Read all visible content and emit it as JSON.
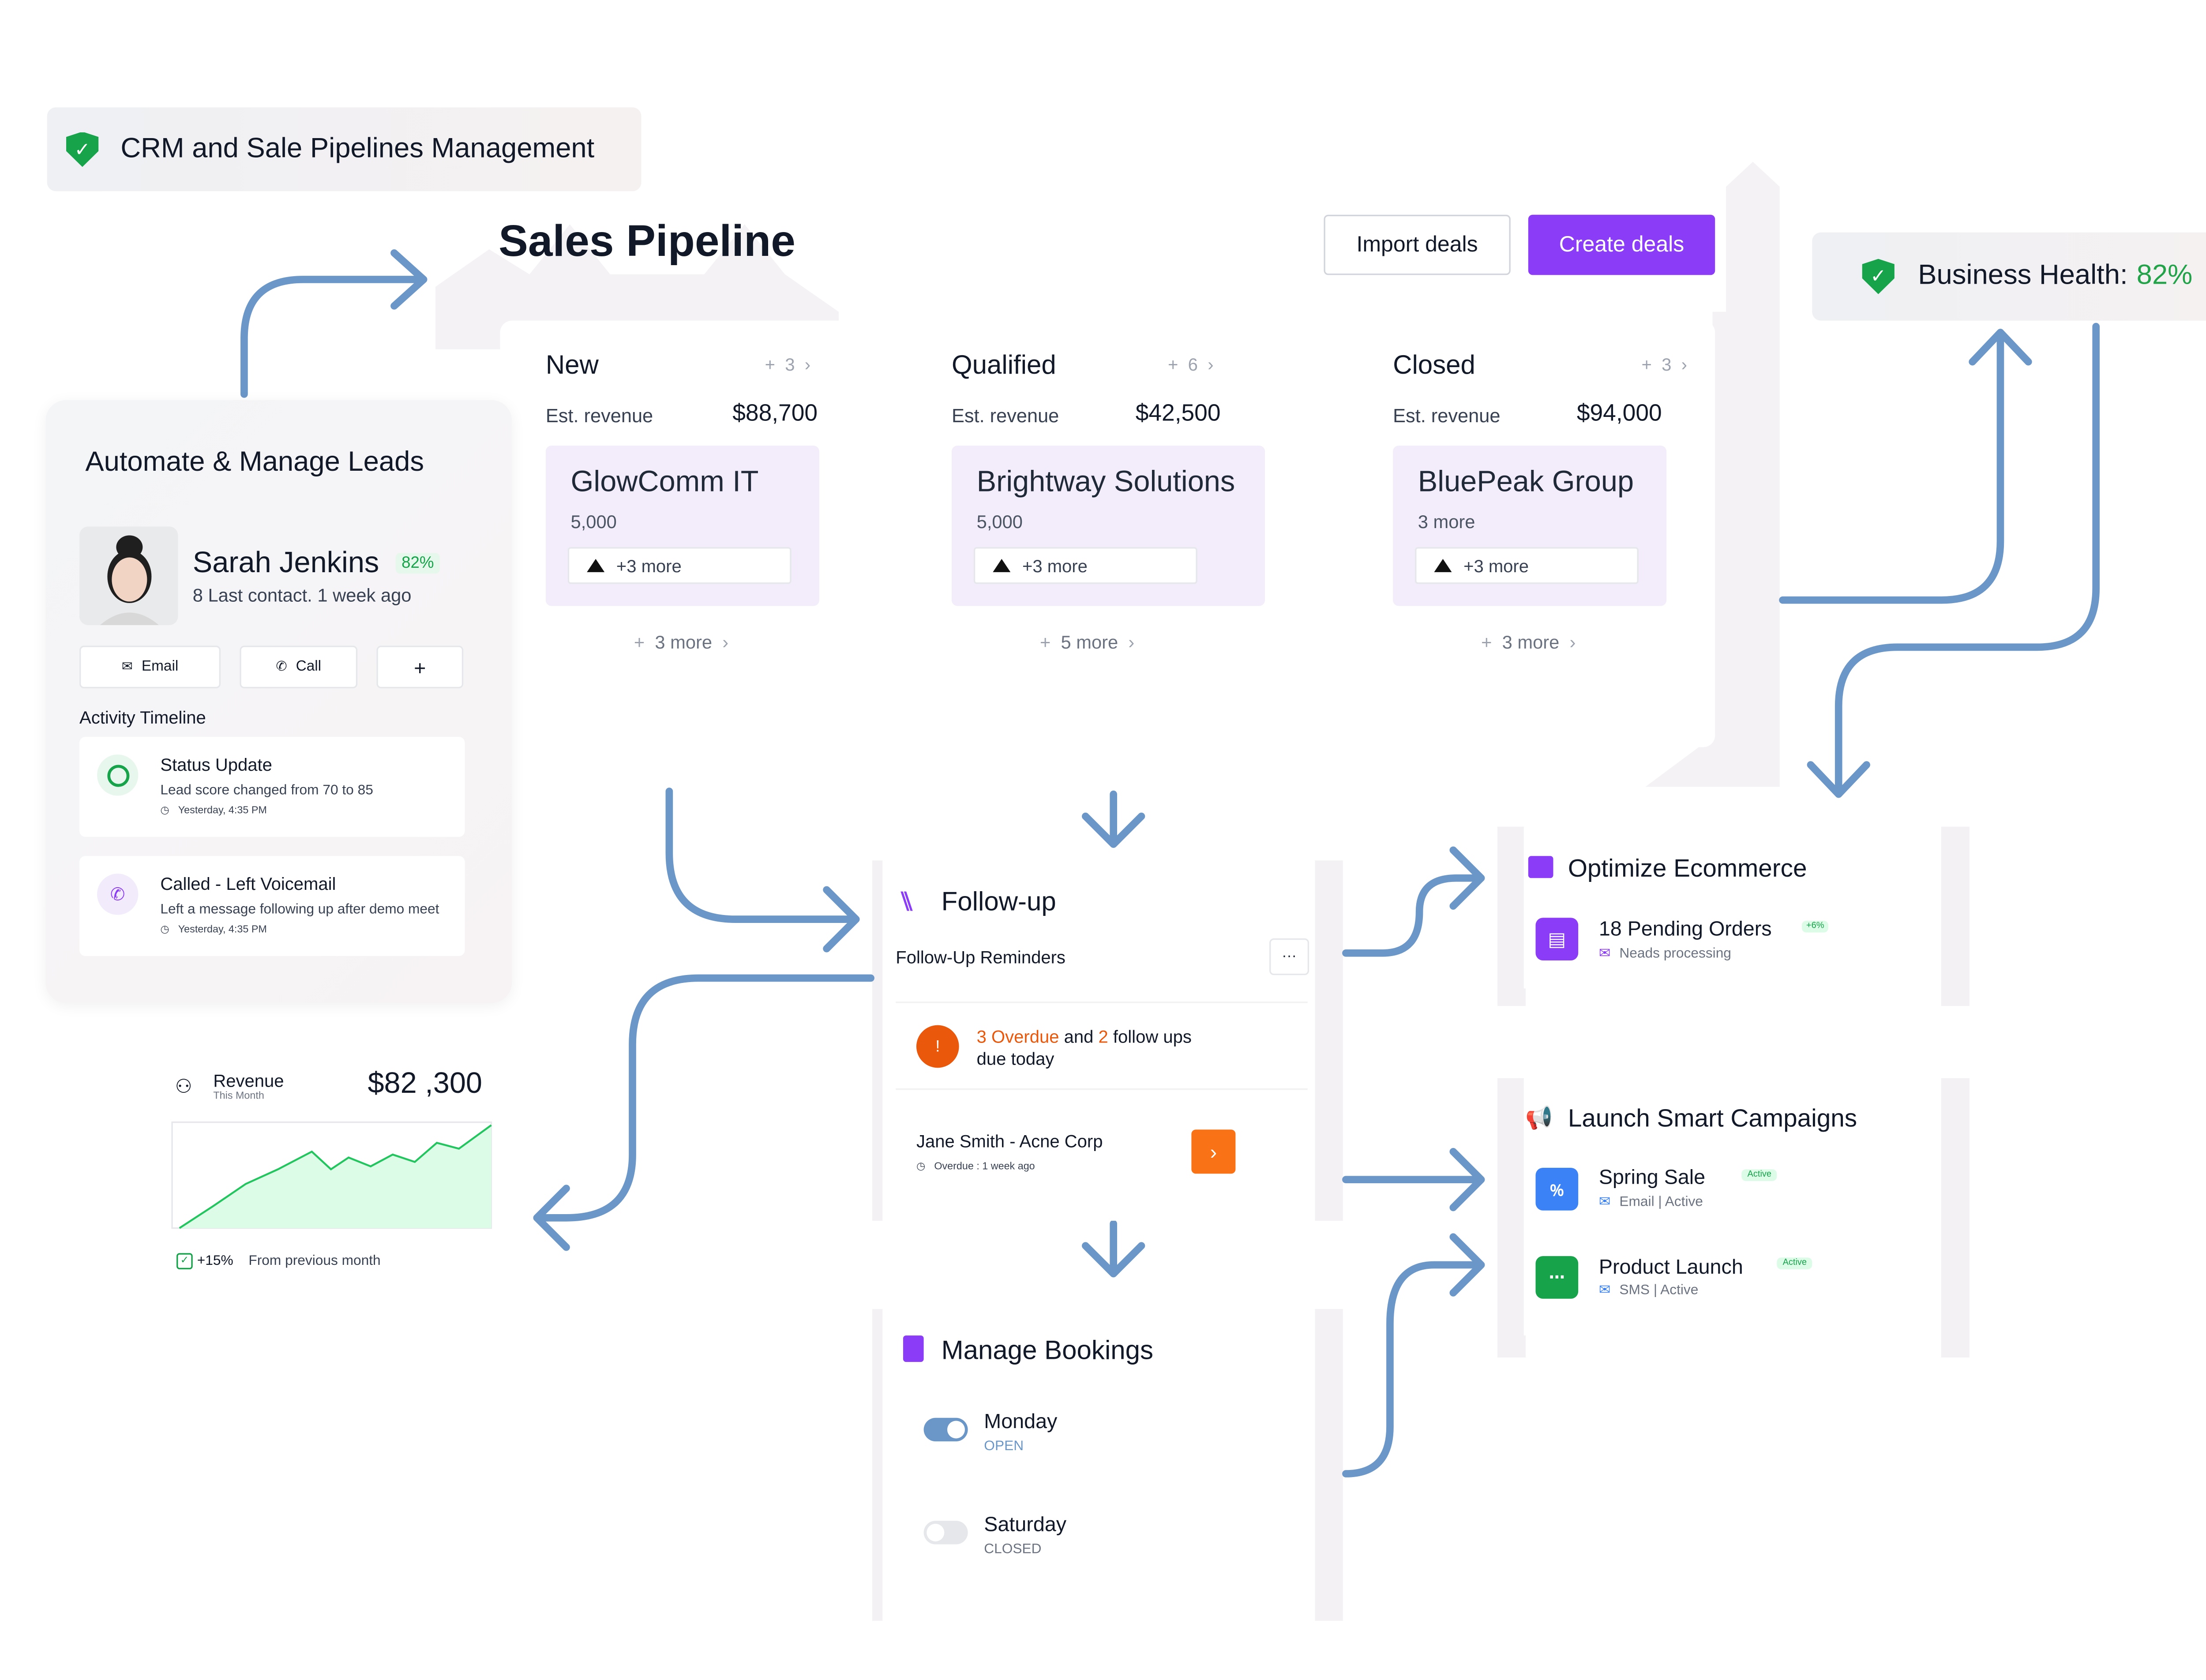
{
  "header_tag": {
    "label": "CRM and Sale Pipelines Management"
  },
  "business_health": {
    "label": "Business Health:",
    "value": "82%"
  },
  "pipeline": {
    "title": "Sales Pipeline",
    "import_label": "Import deals",
    "create_label": "Create deals",
    "lanes": [
      {
        "name": "New",
        "count": "3",
        "est_label": "Est. revenue",
        "amount": "$88,700",
        "deal": {
          "name": "GlowComm IT",
          "value": "5,000",
          "more": "+3 more"
        },
        "footer": "3 more"
      },
      {
        "name": "Qualified",
        "count": "6",
        "est_label": "Est. revenue",
        "amount": "$42,500",
        "deal": {
          "name": "Brightway Solutions",
          "value": "5,000",
          "more": "+3 more"
        },
        "footer": "5 more"
      },
      {
        "name": "Closed",
        "count": "3",
        "est_label": "Est. revenue",
        "amount": "$94,000",
        "deal": {
          "name": "BluePeak Group",
          "value": "3 more",
          "more": "+3 more"
        },
        "footer": "3 more"
      }
    ]
  },
  "leads": {
    "title": "Automate & Manage Leads",
    "contact": {
      "name": "Sarah Jenkins",
      "score": "82%",
      "meta": "8 Last contact. 1 week ago"
    },
    "email_label": "Email",
    "call_label": "Call",
    "add_label": "+",
    "timeline_title": "Activity Timeline",
    "timeline": [
      {
        "title": "Status Update",
        "desc": "Lead score changed from 70 to 85",
        "time": "Yesterday, 4:35 PM"
      },
      {
        "title": "Called - Left Voicemail",
        "desc": "Left a message following up after demo meet",
        "time": "Yesterday, 4:35 PM"
      }
    ]
  },
  "revenue": {
    "label": "Revenue",
    "sub": "This Month",
    "value": "$82 ,300",
    "change": "+15%",
    "change_label": "From previous month",
    "colors": {
      "line": "#22c55e",
      "fill": "#dcfce7"
    }
  },
  "followup": {
    "title": "Follow-up",
    "reminders_title": "Follow-Up Reminders",
    "menu_label": "···",
    "alert_icon": "!",
    "alert": {
      "overdue": "3 Overdue",
      "and": " and ",
      "count": "2",
      "rest": " follow ups",
      "line2": "due today"
    },
    "item": {
      "name": "Jane Smith - Acne Corp",
      "meta": "Overdue : 1 week ago",
      "arrow": "›"
    }
  },
  "bookings": {
    "title": "Manage Bookings",
    "days": [
      {
        "day": "Monday",
        "status": "OPEN",
        "on": true
      },
      {
        "day": "Saturday",
        "status": "CLOSED",
        "on": false
      }
    ]
  },
  "ecommerce": {
    "title": "Optimize Ecommerce",
    "orders": "18 Pending Orders",
    "badge": "+6%",
    "sub": "Neads processing"
  },
  "campaigns": {
    "title": "Launch Smart Campaigns",
    "items": [
      {
        "name": "Spring Sale",
        "badge": "Active",
        "sub": "Email | Active",
        "color": "#3b82f6"
      },
      {
        "name": "Product Launch",
        "badge": "Active",
        "sub": "SMS | Active",
        "color": "#16a34a"
      }
    ]
  },
  "colors": {
    "accent": "#8b3cf7",
    "arrow": "#6b96c8",
    "health": "#22a34a",
    "overdue": "#ea580c"
  }
}
